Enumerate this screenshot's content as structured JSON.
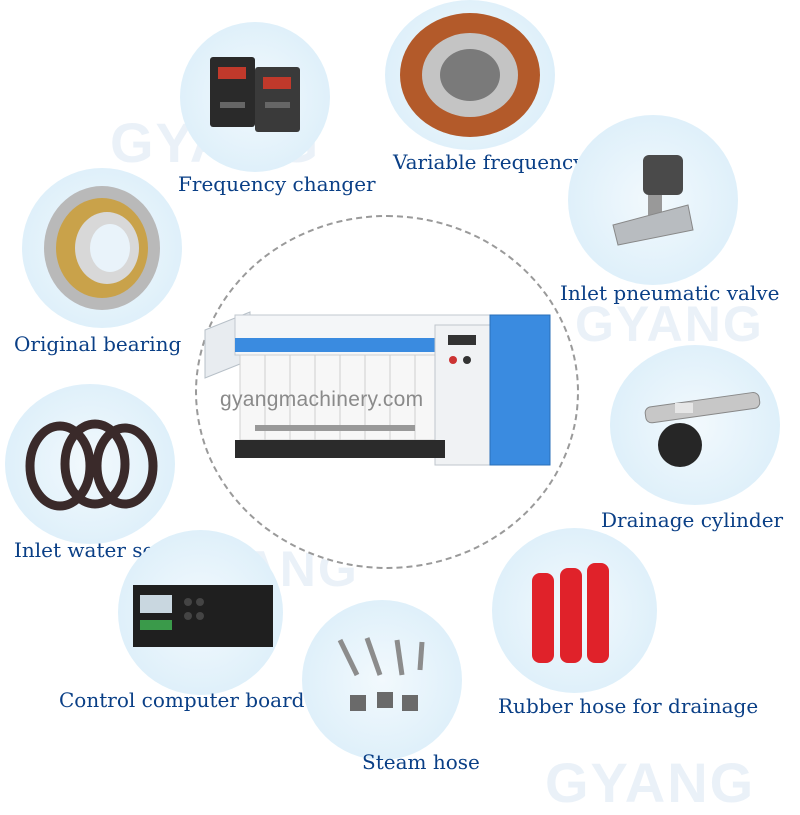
{
  "watermark": "GYANG",
  "center": {
    "watermark_text": "gyangmachinery.com"
  },
  "parts": {
    "frequency_changer": "Frequency changer",
    "variable_frequency_motor": "Variable frequency motor",
    "original_bearing": "Original bearing",
    "inlet_pneumatic_valve": "Inlet pneumatic valve",
    "inlet_water_seal": "Inlet water seal",
    "drainage_cylinder": "Drainage cylinder",
    "control_computer_board": "Control computer board",
    "rubber_hose_for_drainage": "Rubber hose for drainage",
    "steam_hose": "Steam hose"
  },
  "colors": {
    "label": "#0a3f86",
    "circle": "#dff0fa",
    "machine_blue": "#2f7fd0"
  }
}
